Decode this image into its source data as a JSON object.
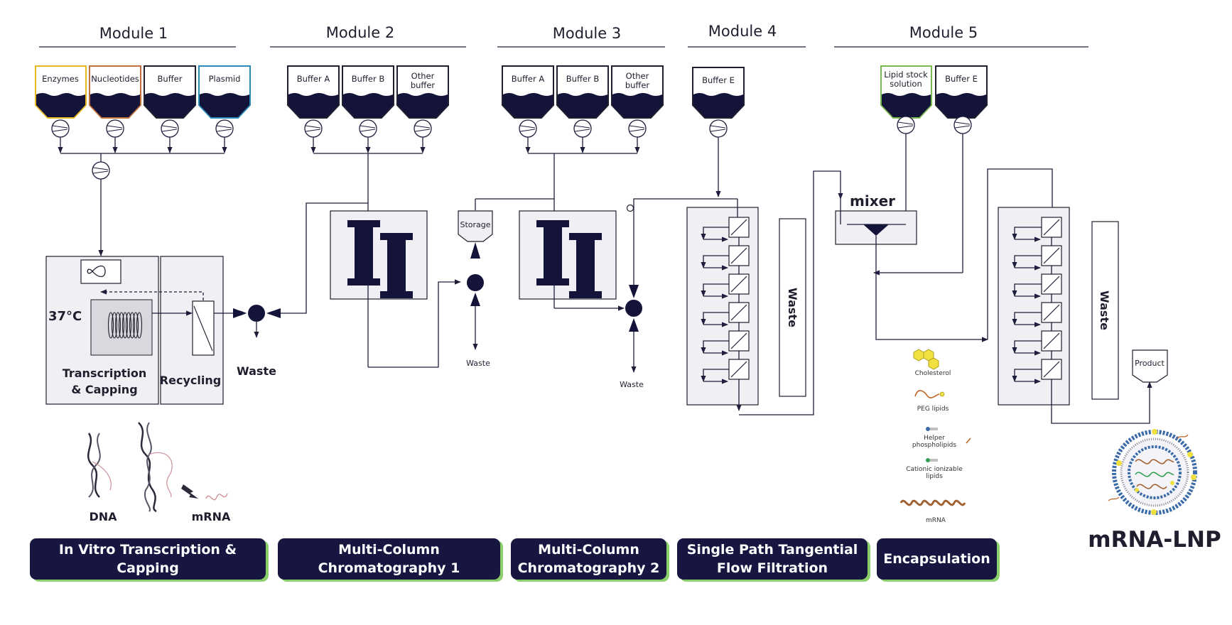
{
  "modules": [
    "Module 1",
    "Module 2",
    "Module 3",
    "Module 4",
    "Module 5"
  ],
  "tanks": {
    "m1": [
      "Enzymes",
      "Nucleotides",
      "Buffer",
      "Plasmid"
    ],
    "m2": [
      "Buffer A",
      "Buffer B",
      "Other",
      "buffer"
    ],
    "m3": [
      "Buffer A",
      "Buffer B",
      "Other",
      "buffer"
    ],
    "m4": [
      "Buffer E"
    ],
    "m5": [
      "Lipid stock",
      "solution",
      "Buffer E"
    ]
  },
  "tank_colors": {
    "enzymes": "#e8b820",
    "nucleotides": "#c0703a",
    "plasmid": "#2a8ab8",
    "lipid": "#7ab850",
    "default": "#1e1e2e"
  },
  "labels": {
    "temp": "37°C",
    "transcription": [
      "Transcription",
      "& Capping"
    ],
    "recycling": "Recycling",
    "waste": "Waste",
    "storage": "Storage",
    "mixer": "mixer",
    "product": "Product",
    "dna": "DNA",
    "mrna": "mRNA",
    "mrna_lnp": "mRNA-LNP"
  },
  "legend": {
    "cholesterol": "Cholesterol",
    "peg": "PEG lipids",
    "helper": [
      "Helper",
      "phospholipids"
    ],
    "cationic": [
      "Cationic ionizable",
      "lipids"
    ],
    "mrna": "mRNA"
  },
  "banners": [
    {
      "line1": "In Vitro Transcription &  Capping",
      "line2": ""
    },
    {
      "line1": "Multi-Column",
      "line2": "Chromatography 1"
    },
    {
      "line1": "Multi-Column",
      "line2": "Chromatography 2"
    },
    {
      "line1": "Single Path Tangential",
      "line2": "Flow Filtration"
    },
    {
      "line1": "Encapsulation",
      "line2": ""
    }
  ],
  "accent_color": "#8ad06a",
  "banner_color": "#161640"
}
